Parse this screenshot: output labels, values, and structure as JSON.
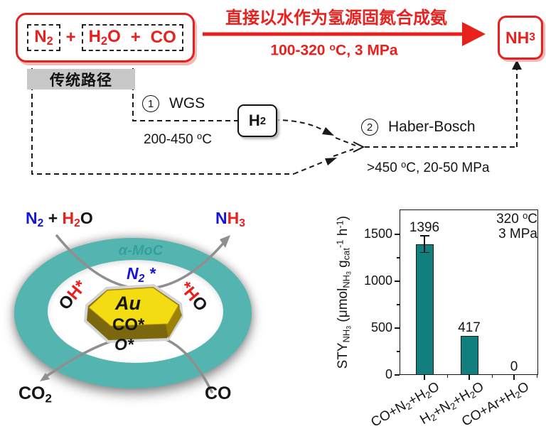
{
  "colors": {
    "red": "#e8201e",
    "blue": "#1414dc",
    "ring_teal": "#54b5b0",
    "support_text_teal": "#35a099",
    "bar_teal": "#117f7d",
    "arrow_gray": "#8f8f8f",
    "label_bg_gray": "#c8c8c8"
  },
  "top_scheme": {
    "reactant_n2": "N<sub>2</sub>",
    "plus": "+",
    "reactant_h2o": "H<sub>2</sub>O",
    "reactant_co": "CO",
    "title_cn": "直接以水作为氢源固氮合成氨",
    "conditions": "100-320 <sup>o</sup>C, 3 MPa",
    "product": "NH<sub>3</sub>",
    "traditional_label": "传统路径",
    "step1_num": "1",
    "step1_name": "WGS",
    "step1_conditions": "200-450 <sup>o</sup>C",
    "intermediate": "H<sub>2</sub>",
    "step2_num": "2",
    "step2_name": "Haber-Bosch",
    "step2_conditions": ">450 <sup>o</sup>C, 20-50 MPa"
  },
  "schematic": {
    "input_html": "<span class='c-blue'>N<sub>2</sub></span> + <span class='c-red'>H<sub>2</sub></span>O",
    "product_html": "<span class='c-blue'>N</span><span class='c-red'>H<sub>3</sub></span>",
    "support_label": "α-MoC",
    "n2_adsorbed": "N<sub>2</sub> *",
    "oh_left": "O<span class='c-red'>H*</span>",
    "oh_right": "<span class='c-red'>*H</span>O",
    "metal_label": "Au",
    "co_adsorbed": "CO*",
    "o_adsorbed": "O*",
    "co2_out": "CO<sub>2</sub>",
    "co_in": "CO"
  },
  "chart_data": {
    "type": "bar",
    "categories": [
      "CO+N2+H2O",
      "H2+N2+H2O",
      "CO+Ar+H2O"
    ],
    "categories_html": [
      "CO+N<sub>2</sub>+H<sub>2</sub>O",
      "H<sub>2</sub>+N<sub>2</sub>+H<sub>2</sub>O",
      "CO+Ar+H<sub>2</sub>O"
    ],
    "values": [
      1396,
      417,
      0
    ],
    "errors": [
      90,
      0,
      0
    ],
    "bar_labels": [
      "1396",
      "417",
      "0"
    ],
    "ylabel_html": "STY<sub>NH<sub>3</sub></sub> (μmol<sub>NH<sub>3</sub></sub> g<sub>cat</sub><sup>-1</sup> h<sup>-1</sup>)",
    "annotation": [
      "320 <sup>o</sup>C",
      "3 MPa"
    ],
    "ylim": [
      0,
      1765
    ],
    "yticks": [
      0,
      500,
      1000,
      1500
    ],
    "yticks_minor": [
      250,
      750,
      1250
    ],
    "grid": false,
    "legend": "none",
    "bar_color": "#117f7d"
  }
}
